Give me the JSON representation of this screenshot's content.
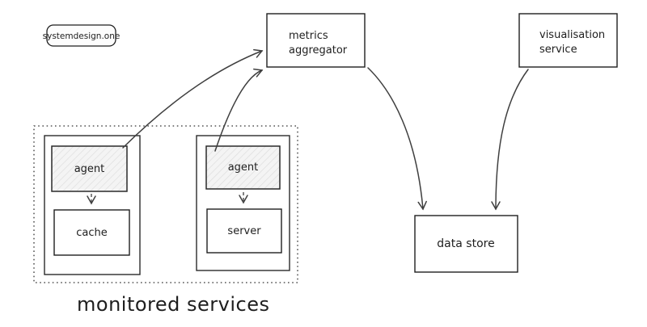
{
  "badge": {
    "label": "systemdesign.one"
  },
  "nodes": {
    "metrics_aggregator": {
      "lines": [
        "metrics",
        "aggregator"
      ]
    },
    "visualisation_service": {
      "lines": [
        "visualisation",
        "service"
      ]
    },
    "data_store": {
      "label": "data store"
    },
    "service_1": {
      "agent_label": "agent",
      "component_label": "cache"
    },
    "service_2": {
      "agent_label": "agent",
      "component_label": "server"
    }
  },
  "group": {
    "label": "monitored services"
  },
  "edges": [
    {
      "from": "service-1 agent",
      "to": "metrics aggregator",
      "style": "curved-arrow"
    },
    {
      "from": "service-2 agent",
      "to": "metrics aggregator",
      "style": "curved-arrow"
    },
    {
      "from": "metrics aggregator",
      "to": "data store",
      "style": "curved-arrow"
    },
    {
      "from": "visualisation service",
      "to": "data store",
      "style": "curved-arrow"
    },
    {
      "from": "service-1 agent",
      "to": "cache",
      "style": "short-arrow"
    },
    {
      "from": "service-2 agent",
      "to": "server",
      "style": "short-arrow"
    }
  ],
  "colors": {
    "background": "#ffffff",
    "stroke": "#1e1e1e",
    "arrow": "#3f3f3f",
    "agent_fill": "#f4f4f4",
    "agent_hatch": "#dedede"
  }
}
